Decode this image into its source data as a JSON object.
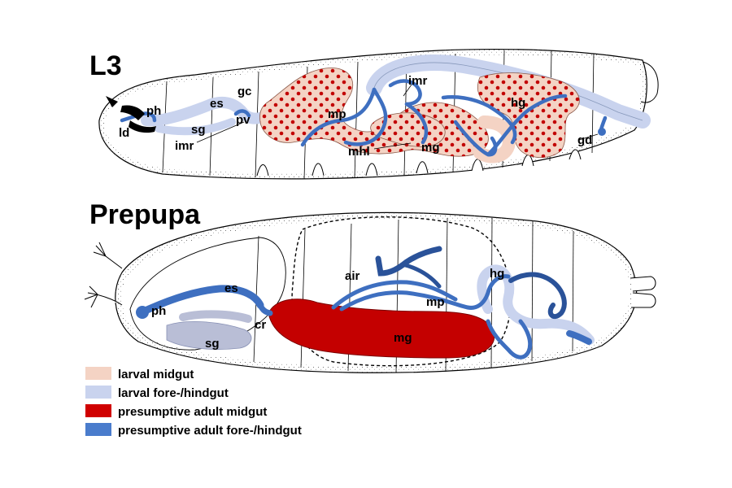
{
  "panels": {
    "l3": {
      "title": "L3",
      "labels": {
        "ph": "ph",
        "ld": "ld",
        "es": "es",
        "gc": "gc",
        "sg": "sg",
        "pv": "pv",
        "imr_left": "imr",
        "imr_top": "imr",
        "mp": "mp",
        "mhl": "mhl",
        "mg": "mg",
        "hg": "hg",
        "gd": "gd"
      }
    },
    "prepupa": {
      "title": "Prepupa",
      "labels": {
        "es": "es",
        "ph": "ph",
        "cr": "cr",
        "sg": "sg",
        "air": "air",
        "mp": "mp",
        "mg": "mg",
        "hg": "hg"
      }
    }
  },
  "legend": [
    {
      "label": "larval midgut",
      "color": "#f4d3c4"
    },
    {
      "label": "larval fore-/hindgut",
      "color": "#c9d3ee"
    },
    {
      "label": "presumptive adult midgut",
      "color": "#d00000"
    },
    {
      "label": "presumptive adult fore-/hindgut",
      "color": "#4a7ccc"
    }
  ],
  "colors": {
    "larval_midgut": "#f4d3c4",
    "larval_forehindgut": "#c9d3ee",
    "adult_midgut": "#c40000",
    "adult_forehindgut": "#3e6fc0",
    "adult_forehindgut_dark": "#2a5299",
    "midgut_dots": "#c20000",
    "outline": "#000000"
  }
}
